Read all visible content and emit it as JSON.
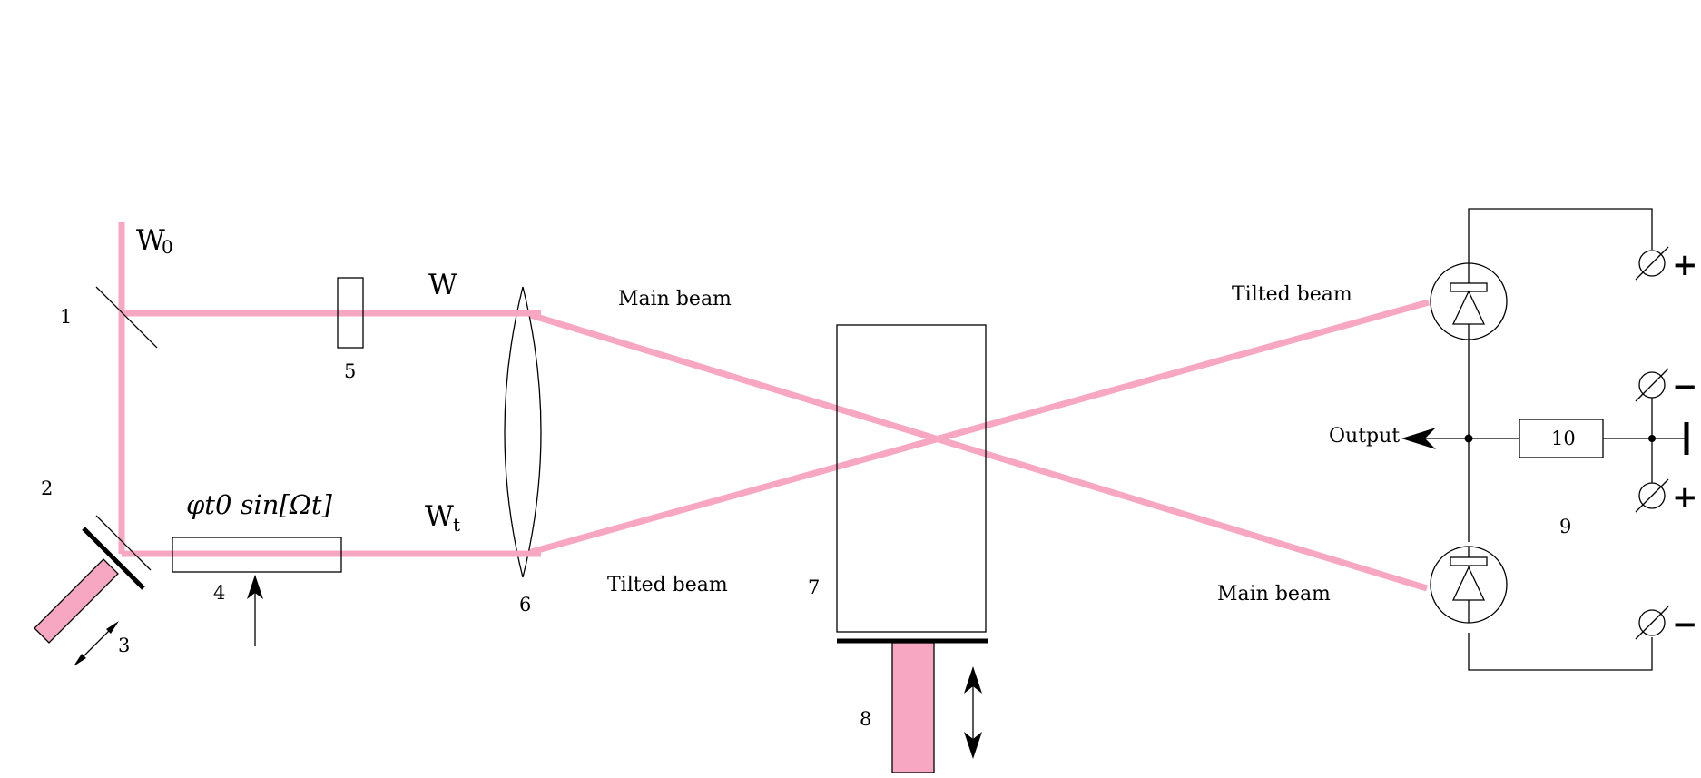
{
  "labels": {
    "w0": "W",
    "w0_sub": "0",
    "w": "W",
    "wt": "W",
    "wt_sub": "t",
    "phase_mod": "φt0 sin[Ωt]",
    "main_beam_top": "Main beam",
    "tilted_beam_bottom": "Tilted beam",
    "tilted_beam_right": "Tilted beam",
    "main_beam_right": "Main beam",
    "output": "Output",
    "n1": "1",
    "n2": "2",
    "n3": "3",
    "n4": "4",
    "n5": "5",
    "n6": "6",
    "n7": "7",
    "n8": "8",
    "n9": "9",
    "n10": "10"
  },
  "terminal_signs": {
    "top": "+",
    "upper_mid": "−",
    "lower_mid": "+",
    "bottom": "−"
  },
  "colors": {
    "beam": "#f8a7c2",
    "lines": "#000000",
    "background": "#ffffff"
  }
}
